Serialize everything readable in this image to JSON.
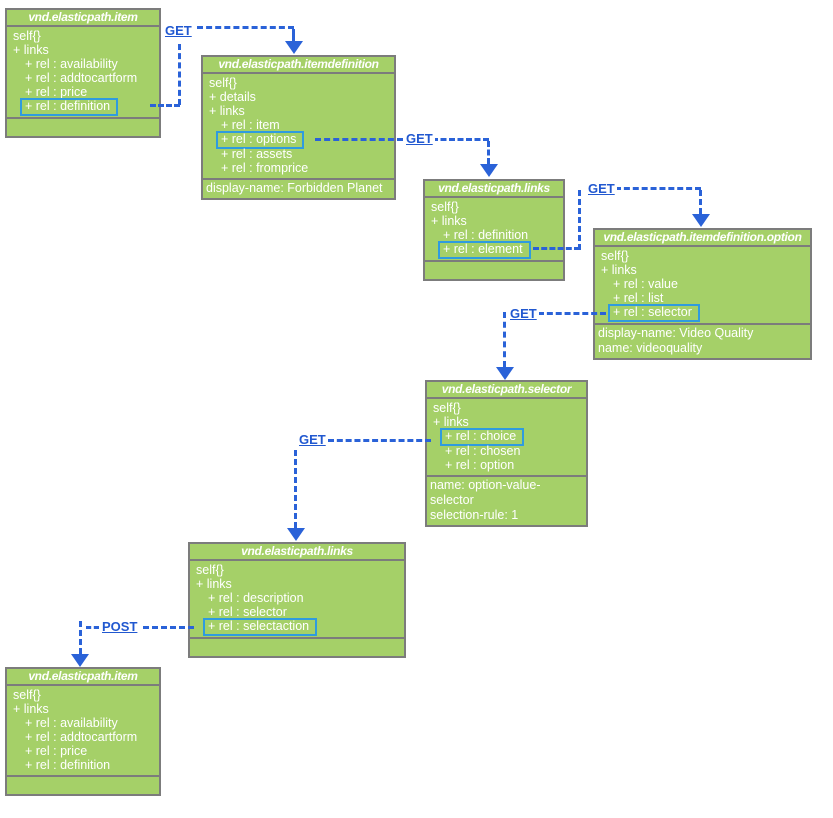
{
  "colors": {
    "box_fill": "#A5D068",
    "box_border": "#7C7C7C",
    "box_text": "#FFFFFF",
    "connector_blue": "#2A62D8",
    "label_blue": "#2158D0",
    "highlight_blue": "#2F9BDF"
  },
  "boxes": [
    {
      "title": "vnd.elasticpath.item",
      "rows": [
        "self{}",
        "+ links",
        "+ rel : availability",
        "+ rel : addtocartform",
        "+ rel : price",
        "+ rel : definition"
      ],
      "footer_lines": []
    },
    {
      "title": "vnd.elasticpath.itemdefinition",
      "rows": [
        "self{}",
        "+ details",
        "+ links",
        "+ rel : item",
        "+ rel : options",
        "+ rel : assets",
        "+ rel : fromprice"
      ],
      "footer_lines": [
        "display-name: Forbidden Planet"
      ]
    },
    {
      "title": "vnd.elasticpath.links",
      "rows": [
        "self{}",
        "+ links",
        "+ rel : definition",
        "+ rel : element"
      ],
      "footer_lines": []
    },
    {
      "title": "vnd.elasticpath.itemdefinition.option",
      "rows": [
        "self{}",
        "+ links",
        "+ rel : value",
        "+ rel : list",
        "+ rel : selector"
      ],
      "footer_lines": [
        "display-name: Video Quality",
        "name: videoquality"
      ]
    },
    {
      "title": "vnd.elasticpath.selector",
      "rows": [
        "self{}",
        "+ links",
        "+ rel : choice",
        "+ rel : chosen",
        "+ rel : option"
      ],
      "footer_lines": [
        "name: option-value-selector",
        "selection-rule: 1"
      ]
    },
    {
      "title": "vnd.elasticpath.links",
      "rows": [
        "self{}",
        "+ links",
        "+ rel : description",
        "+ rel : selector",
        "+ rel : selectaction"
      ],
      "footer_lines": []
    },
    {
      "title": "vnd.elasticpath.item",
      "rows": [
        "self{}",
        "+ links",
        "+ rel : availability",
        "+ rel : addtocartform",
        "+ rel : price",
        "+ rel : definition"
      ],
      "footer_lines": []
    }
  ],
  "connectors": {
    "get1": "GET",
    "get2": "GET",
    "get3": "GET",
    "get4": "GET",
    "get5": "GET",
    "post": "POST"
  }
}
